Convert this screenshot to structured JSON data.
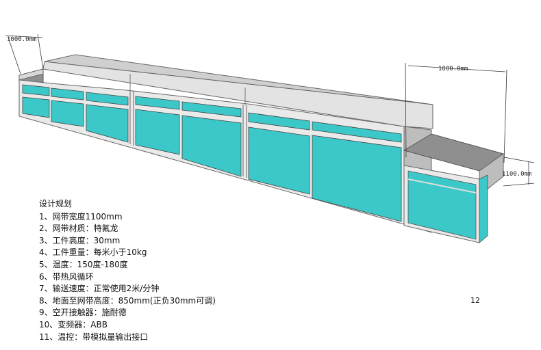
{
  "dimensions": {
    "left_length": "1000.0mm",
    "right_length": "1000.0mm",
    "belt_width": "1100.0mm"
  },
  "spec": {
    "title": "设计规划",
    "items": [
      "1、网带宽度1100mm",
      "2、网带材质：特氟龙",
      "3、工件高度：30mm",
      "4、工件重量：每米小于10kg",
      "5、温度：150度-180度",
      "6、带热风循环",
      "7、输送速度：正常使用2米/分钟",
      "8、地面至网带高度：850mm(正负30mm可调)",
      "9、空开接触器：施耐德",
      "10、变频器：ABB",
      "11、温控：带模拟量输出接口"
    ]
  },
  "page_number": "12",
  "colors": {
    "panel": "#3cc8c8",
    "frame": "#e6e6e6",
    "frame_shadow": "#9a9a9a",
    "hood_top": "#cfcfcf",
    "belt": "#8f8f8f"
  }
}
